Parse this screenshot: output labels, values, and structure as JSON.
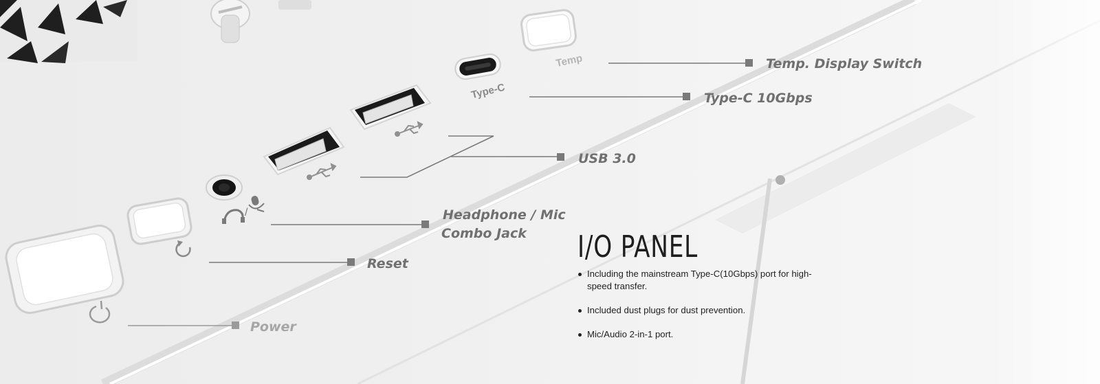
{
  "port_labels": {
    "temp": "Temp",
    "type_c": "Type-C"
  },
  "callouts": {
    "temp_switch": "Temp. Display Switch",
    "type_c": "Type-C 10Gbps",
    "usb": "USB 3.0",
    "audio_line1": "Headphone / Mic",
    "audio_line2": "Combo Jack",
    "reset": "Reset",
    "power": "Power"
  },
  "panel": {
    "title": "I/O PANEL",
    "features": [
      "Including the mainstream Type-C(10Gbps) port for high-speed transfer.",
      "Included dust plugs for dust prevention.",
      "Mic/Audio 2-in-1 port."
    ]
  },
  "colors": {
    "callout_text": "#707070",
    "leader_line": "#7a7a7a",
    "title_text": "#1e1e1e"
  },
  "icons": [
    "power-icon",
    "reset-icon",
    "headphone-icon",
    "mic-icon",
    "usb-icon",
    "screw-icon"
  ]
}
